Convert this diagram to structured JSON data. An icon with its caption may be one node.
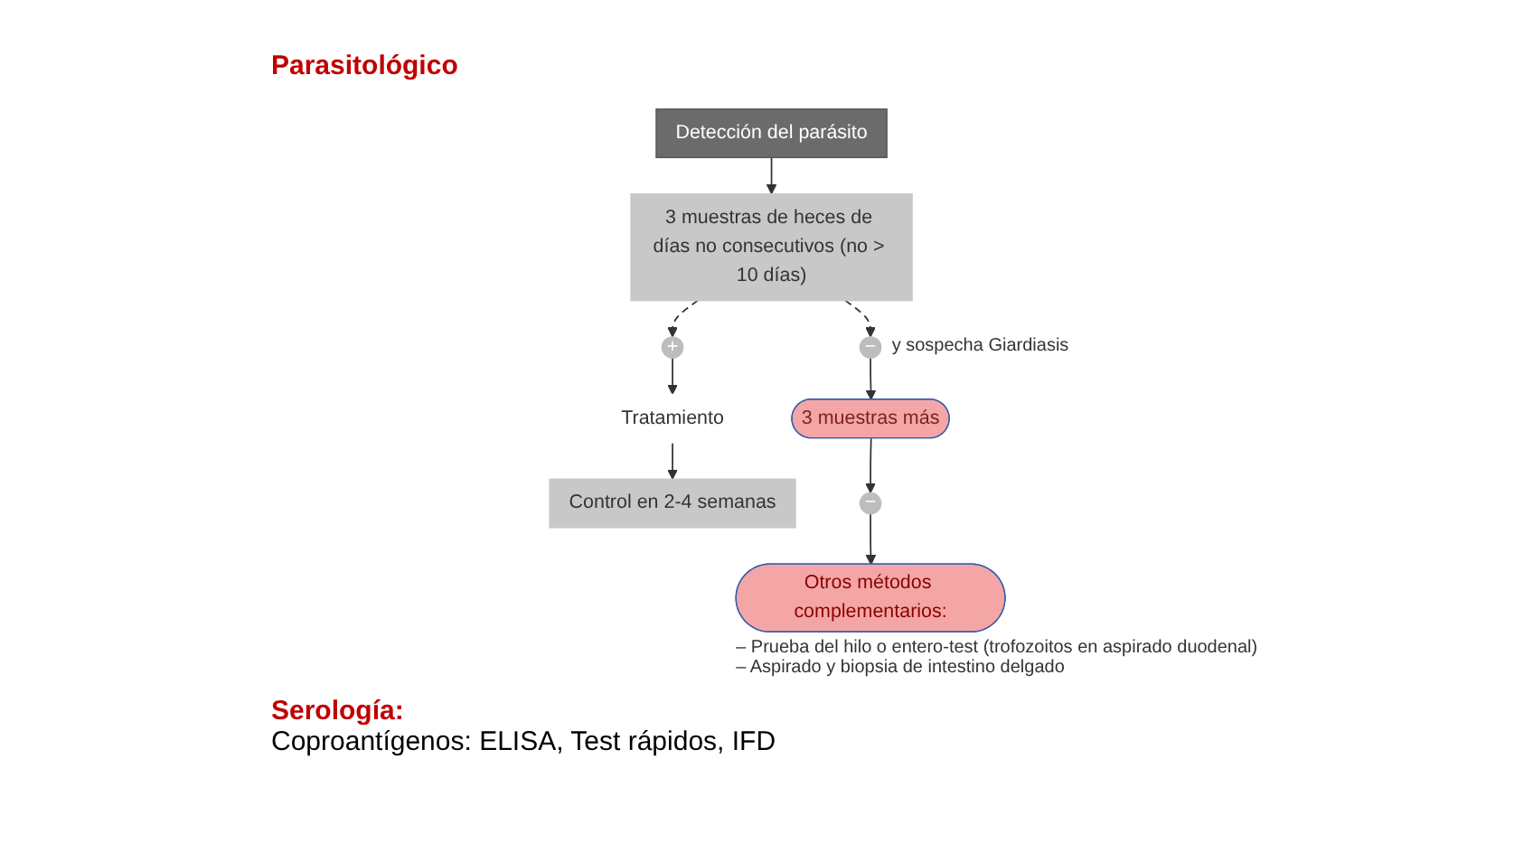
{
  "diagram": {
    "title": "Parasitológico",
    "nodes": [
      {
        "text": [
          "Detección del parásito"
        ]
      },
      {
        "text": [
          "3 muestras de heces de días no consecutivos (no > 10 días)"
        ]
      },
      {
        "text": [
          "+"
        ]
      },
      {
        "text": [
          "−"
        ],
        "beside": [
          "y sospecha Giardiasis"
        ]
      },
      {
        "text": [
          "Tratamiento"
        ]
      },
      {
        "text": [
          "Control en 2-4 semanas"
        ]
      },
      {
        "text": [
          "3 muestras más"
        ]
      },
      {
        "text": [
          "−"
        ]
      },
      {
        "text": [
          "Otros métodos complementarios:"
        ],
        "beside": [
          "– Prueba del hilo o entero-test (trofozoitos en aspirado duodenal)",
          "– Aspirado y biopsia de intestino delgado"
        ]
      }
    ],
    "edges": [
      {
        "from": 0,
        "to": 1,
        "arrow": "to"
      },
      {
        "from": 1,
        "to": 2,
        "arrow": "to",
        "style": "dashed"
      },
      {
        "from": 1,
        "to": 3,
        "arrow": "to",
        "style": "dashed"
      },
      {
        "from": 2,
        "to": 4,
        "arrow": "to"
      },
      {
        "from": 4,
        "to": 5,
        "arrow": "to"
      },
      {
        "from": 3,
        "to": 6,
        "arrow": "to"
      },
      {
        "from": 6,
        "to": 7,
        "arrow": "to"
      },
      {
        "from": 7,
        "to": 8,
        "arrow": "to"
      }
    ],
    "labels": [
      "Serología:",
      "Coproantígenos: ELISA, Test rápidos, IFD"
    ]
  }
}
